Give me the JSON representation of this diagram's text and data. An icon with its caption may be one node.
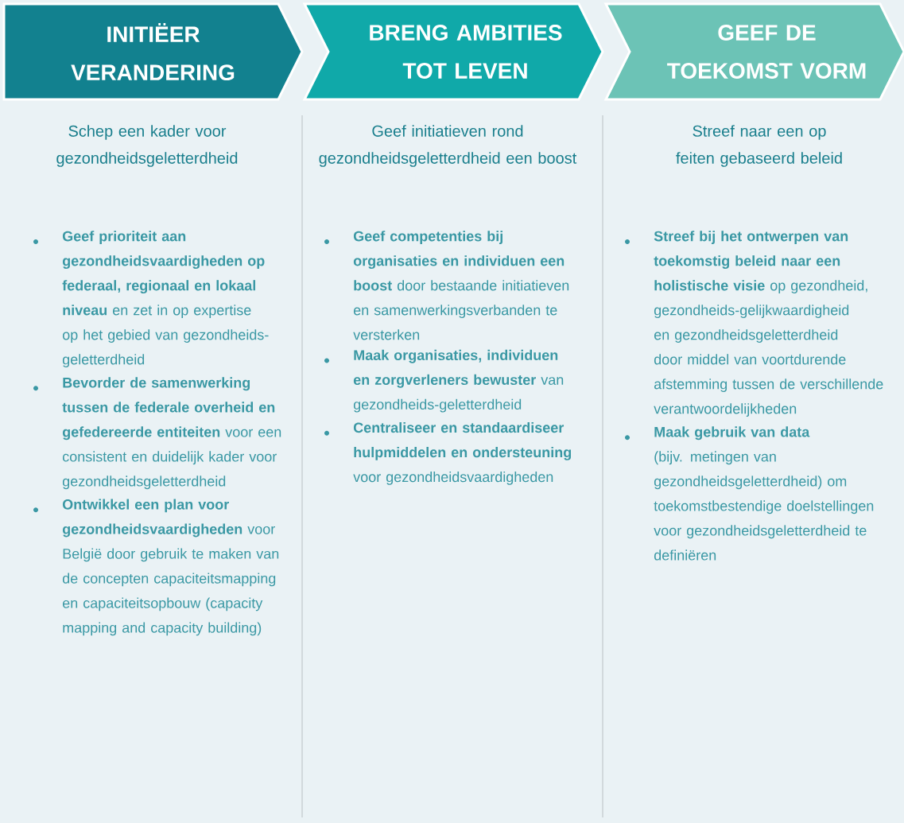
{
  "diagram": {
    "nodes": [
      {
        "text": [
          "INITIËER VERANDERING"
        ]
      },
      {
        "text": [
          "BRENG AMBITIES TOT LEVEN"
        ]
      },
      {
        "text": [
          "GEEF DE TOEKOMST VORM"
        ]
      }
    ],
    "labels": [
      "Schep een kader voor gezondheidsgeletterdheid",
      "**Geef prioriteit aan gezondheidsvaardigheden op federaal, regionaal en lokaal niveau** en zet in op expertise op het gebied van gezondheids-geletterdheid",
      "**Bevorder de samenwerking tussen de federale overheid en gefedereerde entiteiten** voor een consistent en duidelijk kader voor gezondheidsgeletterdheid",
      "**Ontwikkel een plan voor gezondheidsvaardigheden** voor België door gebruik te maken van de concepten capaciteitsmapping en capaciteitsopbouw (capacity mapping and capacity building)",
      "Geef initiatieven rond gezondheidsgeletterdheid een boost",
      "**Geef competenties bij organisaties en individuen een boost** door bestaande initiatieven en samenwerkingsverbanden te versterken",
      "**Maak organisaties, individuen en zorgverleners bewuster** van gezondheids-geletterdheid",
      "**Centraliseer en standaardiseer hulpmiddelen en ondersteuning** voor gezondheidsvaardigheden",
      "Streef naar een op feiten gebaseerd beleid",
      "**Streef bij het ontwerpen van toekomstig beleid naar een holistische visie** op gezondheid, gezondheids-gelijkwaardigheid en gezondheidsgeletterdheid door middel van voortdurende afstemming tussen de verschillende verantwoordelijkheden",
      "**Maak gebruik van data** (bijv. metingen van gezondheidsgeletterdheid) om toekomstbestendige doelstellingen voor gezondheidsgeletterdheid te definiëren"
    ]
  }
}
